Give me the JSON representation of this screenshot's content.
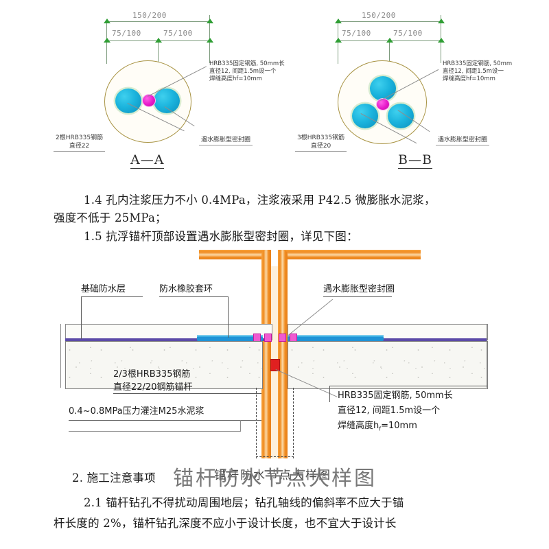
{
  "document": {
    "type": "engineering-detail-drawing",
    "title": "锚杆防水节点大样图"
  },
  "section_a": {
    "name": "A-A",
    "label": "A—A",
    "dimensions": {
      "total": "150/200",
      "half_left": "75/100",
      "half_right": "75/100"
    },
    "annotations": {
      "fixed_rebar": [
        "HRB335固定钢筋, 50mm长",
        "直径12, 间距1.5m设一个",
        "焊缝高度hf=10mm"
      ],
      "rebar_left": [
        "2根HRB335钢筋",
        "直径22"
      ],
      "seal_ring": "遇水膨胀型密封圈"
    },
    "rebar_count": 2
  },
  "section_b": {
    "name": "B-B",
    "label": "B—B",
    "dimensions": {
      "total": "150/200",
      "half_left": "75/100",
      "half_right": "75/100"
    },
    "annotations": {
      "fixed_rebar": [
        "HRB335固定钢筋, 50mm",
        "直径12, 间距1.5m设一",
        "焊缝高度hf=10mm"
      ],
      "rebar_left": [
        "3根HRB335钢筋",
        "直径20"
      ],
      "seal_ring": "遇水膨胀型密封圈"
    },
    "rebar_count": 3
  },
  "body_text": {
    "clause_1_4_line1": "1.4 孔内注浆压力不小 0.4MPa，注浆液采用 P42.5 微膨胀水泥浆，",
    "clause_1_4_line2": "强度不低于 25MPa；",
    "clause_1_5": "1.5 抗浮锚杆顶部设置遇水膨胀型密封圈，详见下图：",
    "clause_2": "2. 施工注意事项",
    "clause_2_1_line1": "2.1 锚杆钻孔不得扰动周围地层；钻孔轴线的偏斜率不应大于锚",
    "clause_2_1_line2": "杆长度的 2%，锚杆钻孔深度不应小于设计长度，也不宜大于设计长"
  },
  "detail_drawing": {
    "labels": {
      "base_waterproof": "基础防水层",
      "rubber_collar": "防水橡胶套环",
      "seal_ring": "遇水膨胀型密封圈",
      "anchor_rebar_line1": "2/3根HRB335钢筋",
      "anchor_rebar_line2": "直径22/20钢筋锚杆",
      "grout": "0.4~0.8MPa压力灌注M25水泥浆",
      "fixed_rebar_line1": "HRB335固定钢筋, 50mm长",
      "fixed_rebar_line2": "直径12, 间距1.5m设一个",
      "fixed_rebar_line3_pre": "焊缝高度h",
      "fixed_rebar_line3_sub": "f",
      "fixed_rebar_line3_post": "=10mm"
    },
    "caption_small": "锚杆防水节点大样图",
    "caption_large": "锚杆防水节点大样图"
  },
  "colors": {
    "rebar": "#1bb4dd",
    "seal": "#e619c9",
    "borehole": "#a89343",
    "anchor_rod": "#f08b20",
    "waterproof_layer": "#5c4ba8",
    "rubber": "#1f93d6",
    "fixed_bar": "#e02020",
    "dimension": "#7d9b7d",
    "arrow": "#2f9e34"
  }
}
